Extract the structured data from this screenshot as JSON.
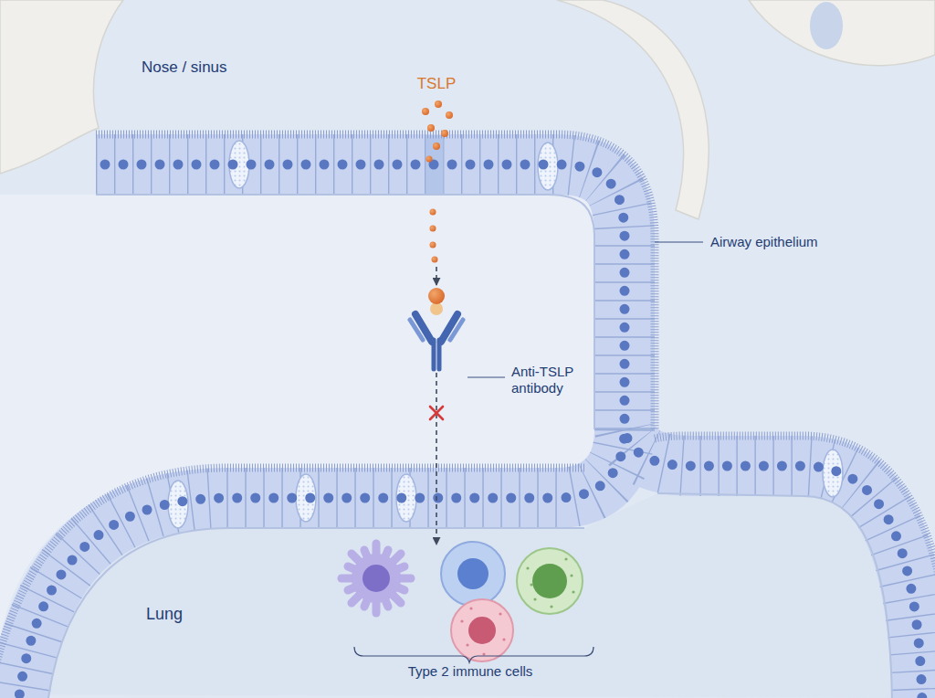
{
  "diagram": {
    "nodes": [
      {
        "text": [
          "Nose / sinus"
        ]
      },
      {
        "text": [
          "TSLP"
        ]
      },
      {
        "text": [
          "Anti-TSLP antibody"
        ]
      },
      {
        "text": [
          "Lung"
        ]
      },
      {
        "text": [
          "Type 2 immune cells"
        ],
        "in": 3
      }
    ],
    "edges": [
      {
        "from": 1,
        "to": 2,
        "arrow": "to"
      },
      {
        "from": 2,
        "to": 4,
        "arrow": "to"
      }
    ],
    "labels": [
      "Airway epithelium"
    ]
  }
}
